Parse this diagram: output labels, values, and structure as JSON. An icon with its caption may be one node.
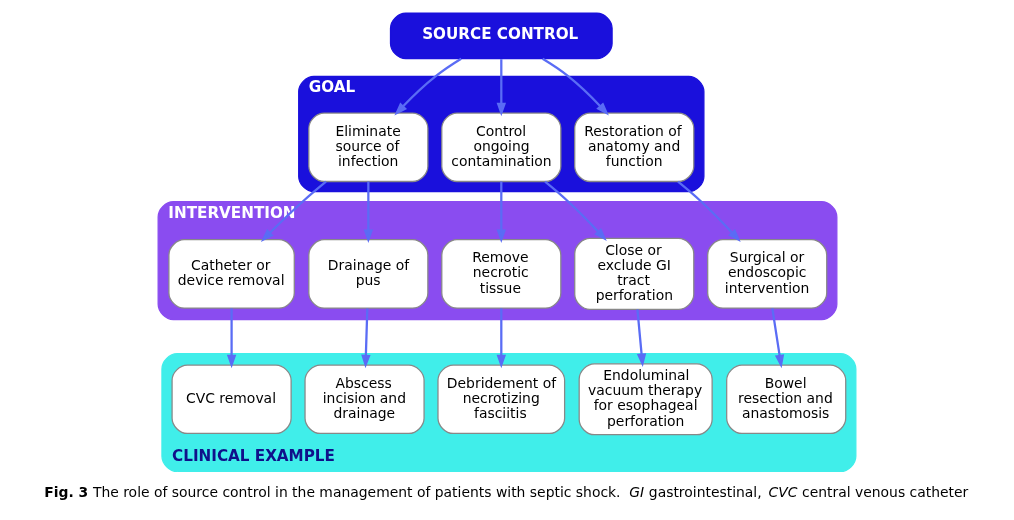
{
  "diagram": {
    "caption": "**Fig. 3** The role of source control in the management of patients with septic shock. *GI* gastrointestinal, *CVC* central venous catheter",
    "nodes": [
      {
        "text": [
          "SOURCE CONTROL"
        ]
      },
      {
        "text": [
          "GOAL"
        ]
      },
      {
        "text": [
          "Eliminate source of infection"
        ],
        "in": 1
      },
      {
        "text": [
          "Control ongoing contamination"
        ],
        "in": 1
      },
      {
        "text": [
          "Restoration of anatomy and function"
        ],
        "in": 1
      },
      {
        "text": [
          "INTERVENTION"
        ]
      },
      {
        "text": [
          "Catheter or device removal"
        ],
        "in": 5
      },
      {
        "text": [
          "Drainage of pus"
        ],
        "in": 5
      },
      {
        "text": [
          "Remove necrotic tissue"
        ],
        "in": 5
      },
      {
        "text": [
          "Close or exclude GI tract perforation"
        ],
        "in": 5
      },
      {
        "text": [
          "Surgical or endoscopic intervention"
        ],
        "in": 5
      },
      {
        "text": [
          "CLINICAL EXAMPLE"
        ]
      },
      {
        "text": [
          "CVC removal"
        ],
        "in": 11
      },
      {
        "text": [
          "Abscess incision and drainage"
        ],
        "in": 11
      },
      {
        "text": [
          "Debridement of necrotizing fasciitis"
        ],
        "in": 11
      },
      {
        "text": [
          "Endoluminal vacuum therapy for esophageal perforation"
        ],
        "in": 11
      },
      {
        "text": [
          "Bowel resection and anastomosis"
        ],
        "in": 11
      }
    ],
    "edges": [
      {
        "from": 0,
        "to": 2,
        "arrow": "to"
      },
      {
        "from": 0,
        "to": 3,
        "arrow": "to"
      },
      {
        "from": 0,
        "to": 4,
        "arrow": "to"
      },
      {
        "from": 2,
        "to": 6,
        "arrow": "to"
      },
      {
        "from": 2,
        "to": 7,
        "arrow": "to"
      },
      {
        "from": 3,
        "to": 8,
        "arrow": "to"
      },
      {
        "from": 3,
        "to": 9,
        "arrow": "to"
      },
      {
        "from": 4,
        "to": 10,
        "arrow": "to"
      },
      {
        "from": 6,
        "to": 12,
        "arrow": "to"
      },
      {
        "from": 7,
        "to": 13,
        "arrow": "to"
      },
      {
        "from": 8,
        "to": 14,
        "arrow": "to"
      },
      {
        "from": 9,
        "to": 15,
        "arrow": "to"
      },
      {
        "from": 10,
        "to": 16,
        "arrow": "to"
      }
    ]
  }
}
